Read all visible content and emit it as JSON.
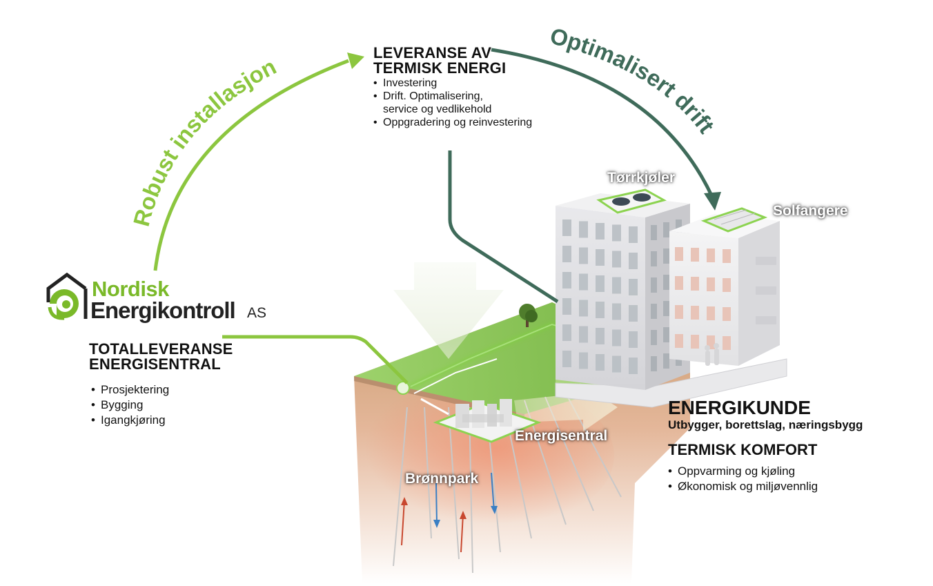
{
  "brand": {
    "name_line1": "Nordisk",
    "name_line2": "Energikontroll",
    "suffix": "AS",
    "green": "#7ab929",
    "dark": "#222222"
  },
  "arrows": {
    "left_label": "Robust installasjon",
    "right_label": "Optimalisert drift",
    "left_color": "#8cc63f",
    "right_color": "#3f6b5a"
  },
  "delivery": {
    "title_line1": "LEVERANSE AV",
    "title_line2": "TERMISK ENERGI",
    "items": [
      "Investering",
      "Drift. Optimalisering,",
      "service og vedlikehold",
      "Oppgradering og reinvestering"
    ]
  },
  "total": {
    "title_line1": "TOTALLEVERANSE",
    "title_line2": "ENERGISENTRAL",
    "items": [
      "Prosjektering",
      "Bygging",
      "Igangkjøring"
    ]
  },
  "customer": {
    "title": "ENERGIKUNDE",
    "subtitle": "Utbygger, borettslag, næringsbygg",
    "comfort_title": "TERMISK KOMFORT",
    "items": [
      "Oppvarming og kjøling",
      "Økonomisk og miljøvennlig"
    ]
  },
  "labels": {
    "dry_cooler": "Tørrkjøler",
    "solar": "Solfangere",
    "plant": "Energisentral",
    "wells": "Brønnpark"
  }
}
